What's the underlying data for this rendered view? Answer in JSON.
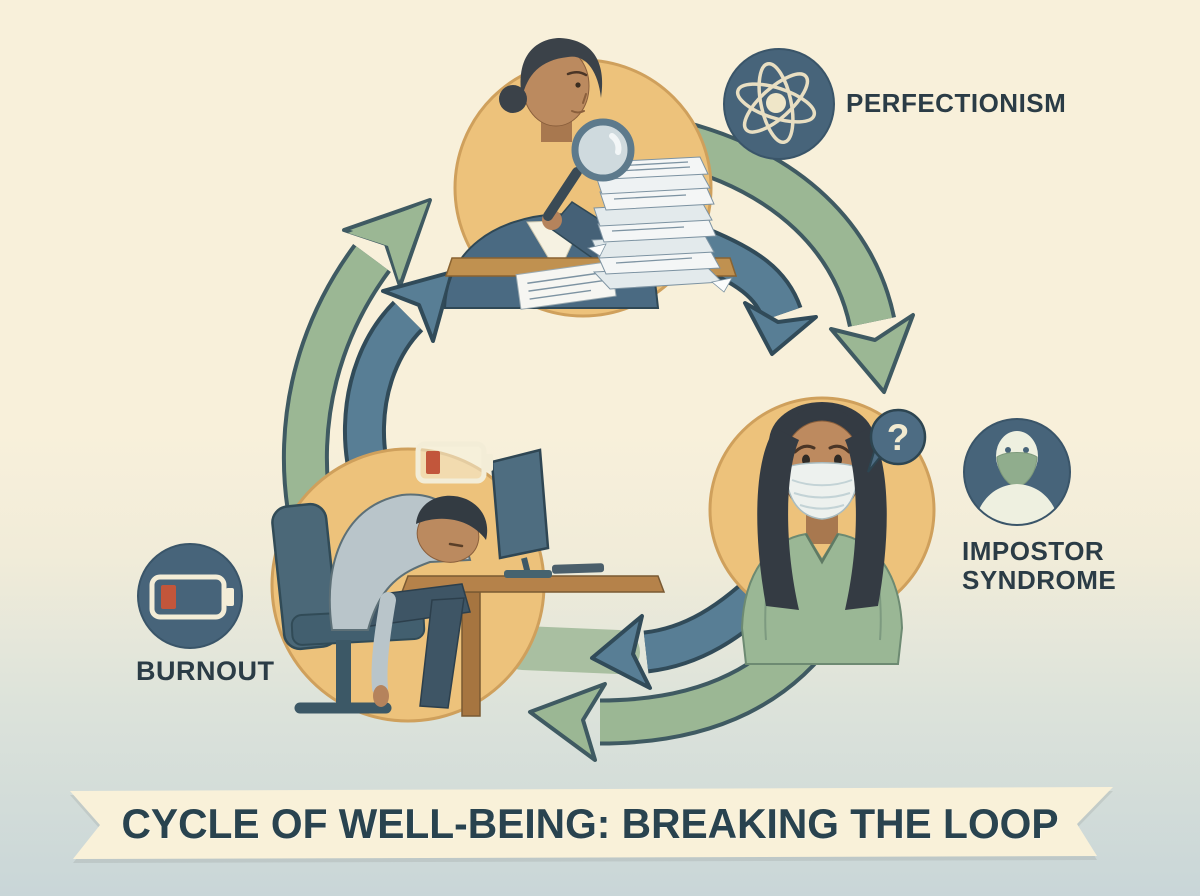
{
  "title": {
    "text": "CYCLE OF WELL-BEING: BREAKING THE LOOP"
  },
  "nodes": {
    "perfectionism": {
      "label": "PERFECTIONISM",
      "icon": "atom-icon",
      "scene": "Businesswoman examining a tall stack of papers with a magnifying glass"
    },
    "impostor": {
      "label_line1": "IMPOSTOR",
      "label_line2": "SYNDROME",
      "icon": "masked-face-icon",
      "annotation": "?",
      "scene": "Worried woman wearing a face mask with a question-mark speech bubble"
    },
    "burnout": {
      "label": "BURNOUT",
      "icon": "low-battery-icon",
      "scene": "Exhausted man slumped at a desk in front of a monitor beneath a low-battery symbol"
    }
  },
  "cycle": {
    "direction": "clockwise",
    "edges": [
      {
        "from": "burnout",
        "to": "perfectionism",
        "arrows": [
          "green",
          "blue"
        ]
      },
      {
        "from": "perfectionism",
        "to": "impostor",
        "arrows": [
          "green",
          "blue"
        ]
      },
      {
        "from": "impostor",
        "to": "burnout",
        "arrows": [
          "blue",
          "green"
        ]
      }
    ]
  },
  "colors": {
    "background_top": "#f8f0da",
    "background_bottom": "#c9d6d8",
    "node_circle": "#edc27b",
    "badge_circle": "#47647a",
    "arrow_blue": "#587e95",
    "arrow_green": "#9bb794",
    "battery_low_red": "#c2563b",
    "label_text": "#2b3c46",
    "ribbon": "#f9f1d9"
  }
}
